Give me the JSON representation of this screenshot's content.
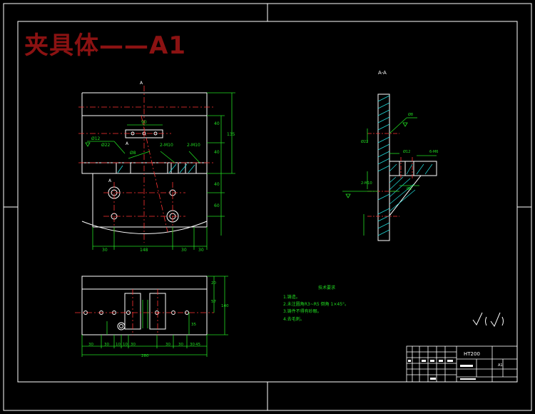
{
  "title": {
    "text": "夹具体——A1",
    "color": "#8b1212"
  },
  "section_label": "A-A",
  "view_markers": {
    "a1": "A",
    "a2": "A",
    "a3": "A"
  },
  "colors": {
    "background": "#000000",
    "outline": "#ffffff",
    "centerline": "#ff3333",
    "dimension": "#22dd22",
    "hatch": "#22dddd"
  },
  "front_view": {
    "dims_bottom": [
      "30",
      "148",
      "30",
      "30"
    ],
    "dims_right": [
      "40",
      "40",
      "135",
      "40",
      "60"
    ],
    "dim_top": "90",
    "callouts": [
      "2-M10",
      "2-M10",
      "Ø12",
      "Ø22",
      "Ø8"
    ]
  },
  "bottom_view": {
    "dims_bottom": [
      "30",
      "30",
      "10",
      "10",
      "30",
      "30",
      "30",
      "30",
      "45"
    ],
    "dim_total": "280",
    "dims_right": [
      "20",
      "57",
      "140",
      "35"
    ]
  },
  "section_view": {
    "callouts": [
      "Ø8",
      "Ø22",
      "Ø12",
      "6-M6",
      "2-M10",
      "Ø8"
    ]
  },
  "notes": {
    "heading": "技术要求",
    "items": [
      "1.铸造。",
      "2.未注圆角R3~R5 倒角 1×45°。",
      "3.铸件不得有砂眼。",
      "4.去毛刺。"
    ]
  },
  "title_block": {
    "material": "HT200",
    "name": "A1"
  },
  "roughness_symbols": "√ ( √ )"
}
